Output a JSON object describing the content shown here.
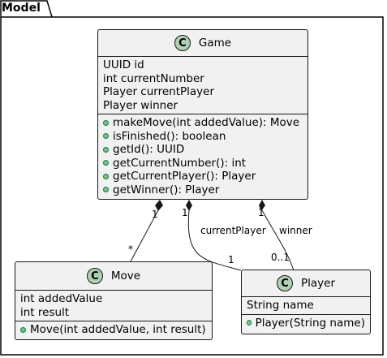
{
  "package": {
    "name": "Model"
  },
  "classes": {
    "game": {
      "icon": "C",
      "name": "Game",
      "fields": [
        "UUID id",
        "int currentNumber",
        "Player currentPlayer",
        "Player winner"
      ],
      "methods": [
        "makeMove(int addedValue): Move",
        "isFinished(): boolean",
        "getId(): UUID",
        "getCurrentNumber(): int",
        "getCurrentPlayer(): Player",
        "getWinner(): Player"
      ]
    },
    "move": {
      "icon": "C",
      "name": "Move",
      "fields": [
        "int addedValue",
        "int result"
      ],
      "methods": [
        "Move(int addedValue, int result)"
      ]
    },
    "player": {
      "icon": "C",
      "name": "Player",
      "fields": [
        "String name"
      ],
      "methods": [
        "Player(String name)"
      ]
    }
  },
  "relations": {
    "game_move": {
      "source_mult": "1",
      "target_mult": "*",
      "label": ""
    },
    "game_player_current": {
      "source_mult": "1",
      "target_mult": "1",
      "label": "currentPlayer"
    },
    "game_player_winner": {
      "source_mult": "1",
      "target_mult": "0..1",
      "label": "winner"
    }
  },
  "colors": {
    "class_bg": "#F1F1F1",
    "class_badge": "#ADD1B2",
    "border": "#181818",
    "public_icon": "#84BE84"
  }
}
